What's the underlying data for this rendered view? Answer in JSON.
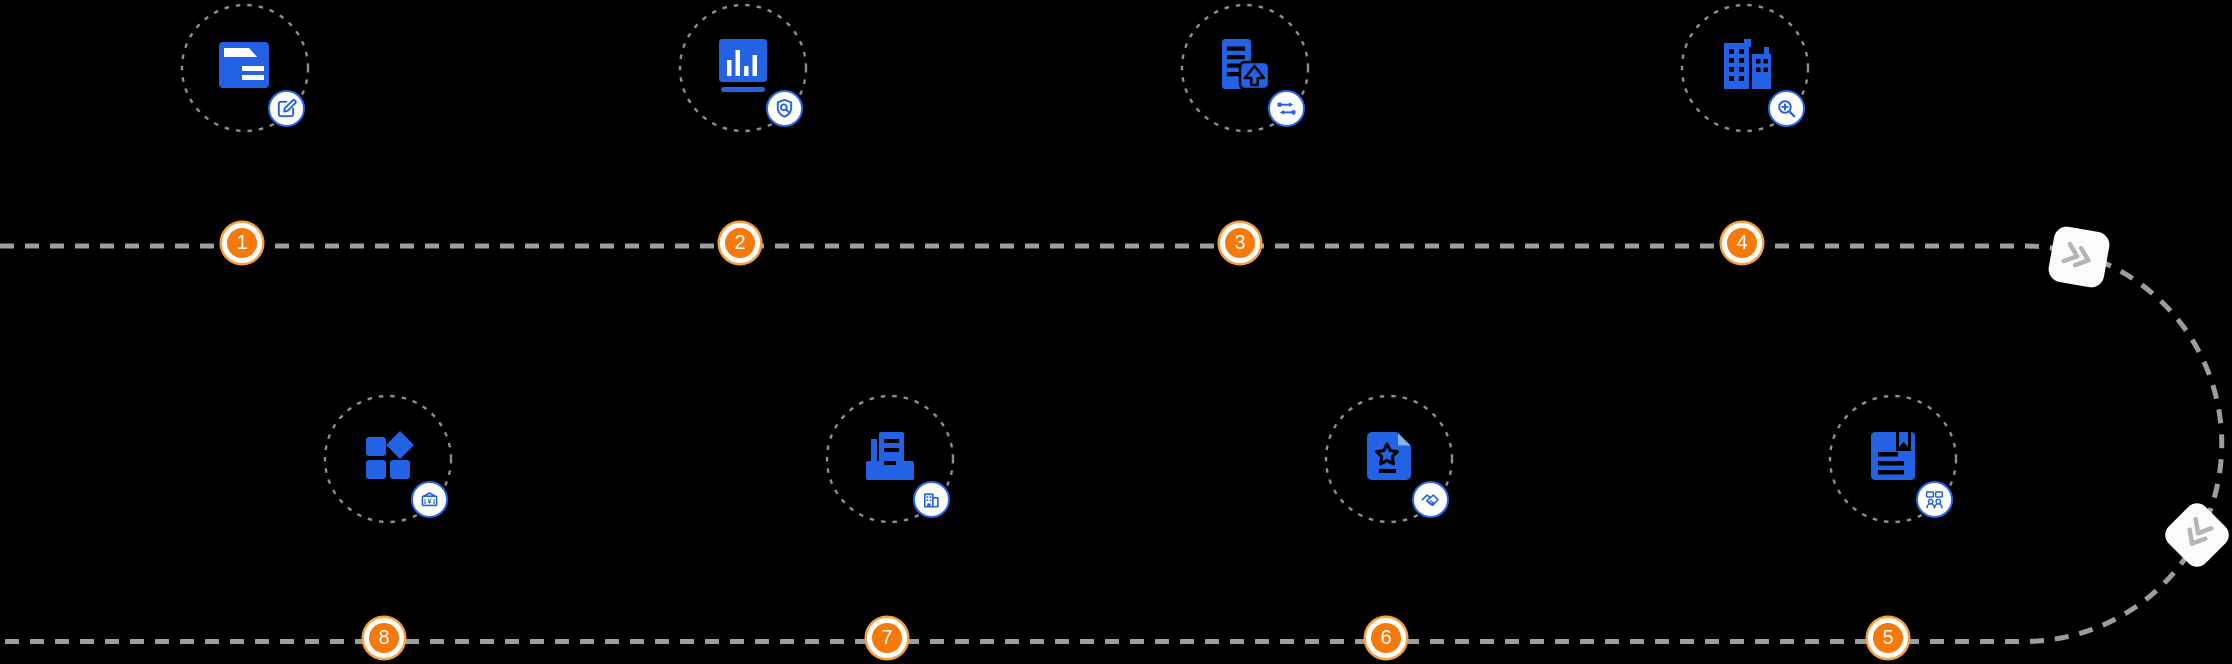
{
  "diagram": {
    "type": "process-flow-timeline",
    "background": "#000000",
    "colors": {
      "icon_blue": "#2262E3",
      "badge_border_blue": "#2967EB",
      "node_orange": "#F5790B",
      "node_outer_ring_orange": "#F6A13A",
      "path_gray": "#9D9D9D",
      "dashed_circle_gray": "#8F8F8F",
      "marker_chevron_gray": "#B5B5B5",
      "white": "#FFFFFF"
    },
    "route": {
      "style": "dashed",
      "direction_markers": [
        {
          "name": "chevron-forward-marker",
          "points": "right-down"
        },
        {
          "name": "chevron-backward-marker",
          "points": "down-left"
        }
      ]
    },
    "steps": [
      {
        "number": "1",
        "icon": "folder-edit-icon",
        "badge": "edit-icon"
      },
      {
        "number": "2",
        "icon": "bar-chart-board-icon",
        "badge": "shield-search-icon"
      },
      {
        "number": "3",
        "icon": "document-upload-icon",
        "badge": "transfer-arrows-icon"
      },
      {
        "number": "4",
        "icon": "buildings-icon",
        "badge": "zoom-in-icon"
      },
      {
        "number": "5",
        "icon": "notebook-icon",
        "badge": "discussion-icon"
      },
      {
        "number": "6",
        "icon": "certificate-star-icon",
        "badge": "handshake-icon"
      },
      {
        "number": "7",
        "icon": "archive-box-icon",
        "badge": "building-icon"
      },
      {
        "number": "8",
        "icon": "app-grid-icon",
        "badge": "payment-yen-icon",
        "badge_glyph": "¥"
      }
    ]
  }
}
